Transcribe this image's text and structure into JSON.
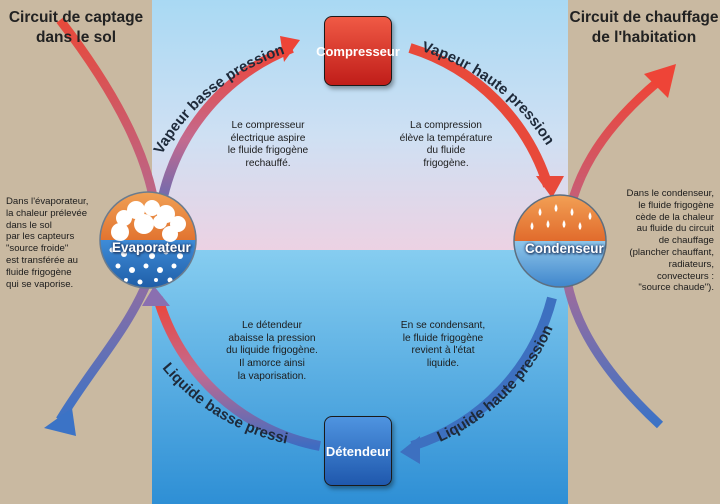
{
  "left_panel": {
    "title": "Circuit de captage\ndans le sol",
    "description": "Dans l'évaporateur,\nla chaleur prélevée\ndans le sol\npar les capteurs\n\"source froide\"\nest transférée au\nfluide frigogène\nqui se vaporise."
  },
  "right_panel": {
    "title": "Circuit de chauffage\nde l'habitation",
    "description": "Dans le condenseur,\nle fluide frigogène\ncède de la chaleur\nau fluide du circuit\nde chauffage\n(plancher chauffant,\nradiateurs,\nconvecteurs :\n\"source chaude\")."
  },
  "components": {
    "compresseur": "Compresseur",
    "detendeur": "Détendeur",
    "evaporateur": "Evaporateur",
    "condenseur": "Condenseur"
  },
  "arcs": {
    "top_left": "Vapeur basse pression",
    "top_right": "Vapeur haute pression",
    "bottom_left": "Liquide basse pression",
    "bottom_right": "Liquide haute pression"
  },
  "notes": {
    "compresseur": "Le compresseur\nélectrique aspire\nle fluide frigogène\nrechauffé.",
    "compression": "La compression\nélève la température\ndu fluide\nfrigogène.",
    "detendeur": "Le détendeur\nabaisse la pression\ndu liquide frigogène.\nIl amorce ainsi\nla vaporisation.",
    "condensation": "En se condensant,\nle fluide frigogène\nrevient à l'état\nliquide."
  },
  "colors": {
    "side_panel": "#c9b9a1",
    "sky_top": "#aedbf3",
    "sky_bottom": "#ead3e3",
    "water_top": "#7cc6ec",
    "water_bottom": "#2f90d4",
    "warm_arrow": "#e84a3c",
    "cold_arrow": "#3d70c0",
    "compresseur_box": "#d42822",
    "detendeur_box": "#2c6cc2"
  }
}
